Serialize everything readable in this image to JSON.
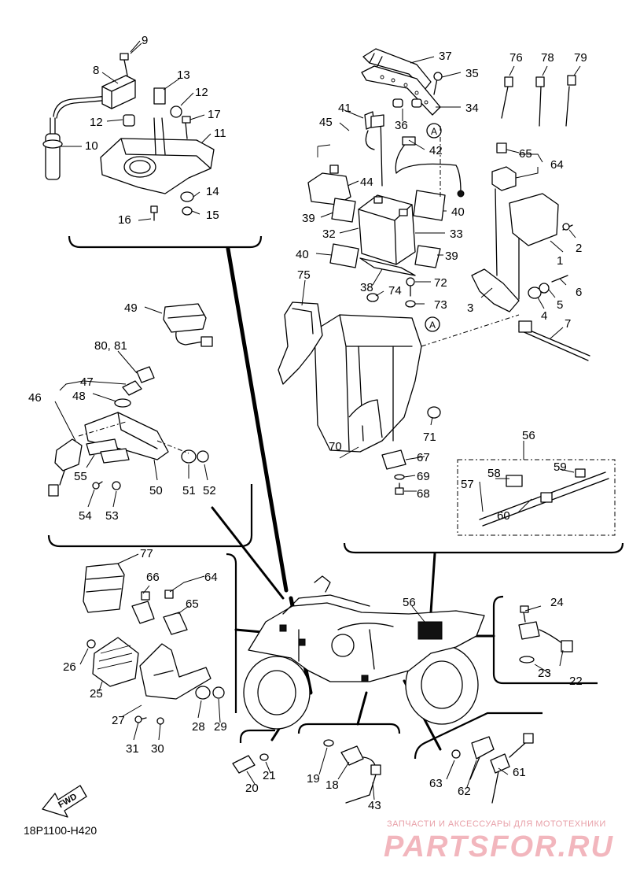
{
  "diagram": {
    "code": "18P1100-H420",
    "fwd_label": "FWD",
    "circle_ref": "A",
    "watermark": {
      "caption": "ЗАПЧАСТИ И АКСЕССУАРЫ ДЛЯ МОТОТЕХНИКИ",
      "brand": "PARTSFOR.RU"
    },
    "part_labels": {
      "p1": "1",
      "p2": "2",
      "p3": "3",
      "p4": "4",
      "p5": "5",
      "p6": "6",
      "p7": "7",
      "p8": "8",
      "p9": "9",
      "p10": "10",
      "p11": "11",
      "p12a": "12",
      "p12b": "12",
      "p13": "13",
      "p14": "14",
      "p15": "15",
      "p16": "16",
      "p17": "17",
      "p18": "18",
      "p19": "19",
      "p20": "20",
      "p21": "21",
      "p22": "22",
      "p23": "23",
      "p24": "24",
      "p25": "25",
      "p26": "26",
      "p27": "27",
      "p28": "28",
      "p29": "29",
      "p30": "30",
      "p31": "31",
      "p32": "32",
      "p33": "33",
      "p34": "34",
      "p35": "35",
      "p36": "36",
      "p37": "37",
      "p38": "38",
      "p39a": "39",
      "p39b": "39",
      "p40a": "40",
      "p40b": "40",
      "p41": "41",
      "p42": "42",
      "p43": "43",
      "p44": "44",
      "p45": "45",
      "p46": "46",
      "p47": "47",
      "p48": "48",
      "p49": "49",
      "p50": "50",
      "p51": "51",
      "p52": "52",
      "p53": "53",
      "p54": "54",
      "p55": "55",
      "p56a": "56",
      "p56b": "56",
      "p57": "57",
      "p58": "58",
      "p59": "59",
      "p60": "60",
      "p61": "61",
      "p62": "62",
      "p63": "63",
      "p64a": "64",
      "p64b": "64",
      "p65a": "65",
      "p65b": "65",
      "p66": "66",
      "p67": "67",
      "p68": "68",
      "p69": "69",
      "p70": "70",
      "p71": "71",
      "p72": "72",
      "p73": "73",
      "p74": "74",
      "p75": "75",
      "p76": "76",
      "p77": "77",
      "p78": "78",
      "p79": "79",
      "p8081": "80, 81"
    }
  }
}
